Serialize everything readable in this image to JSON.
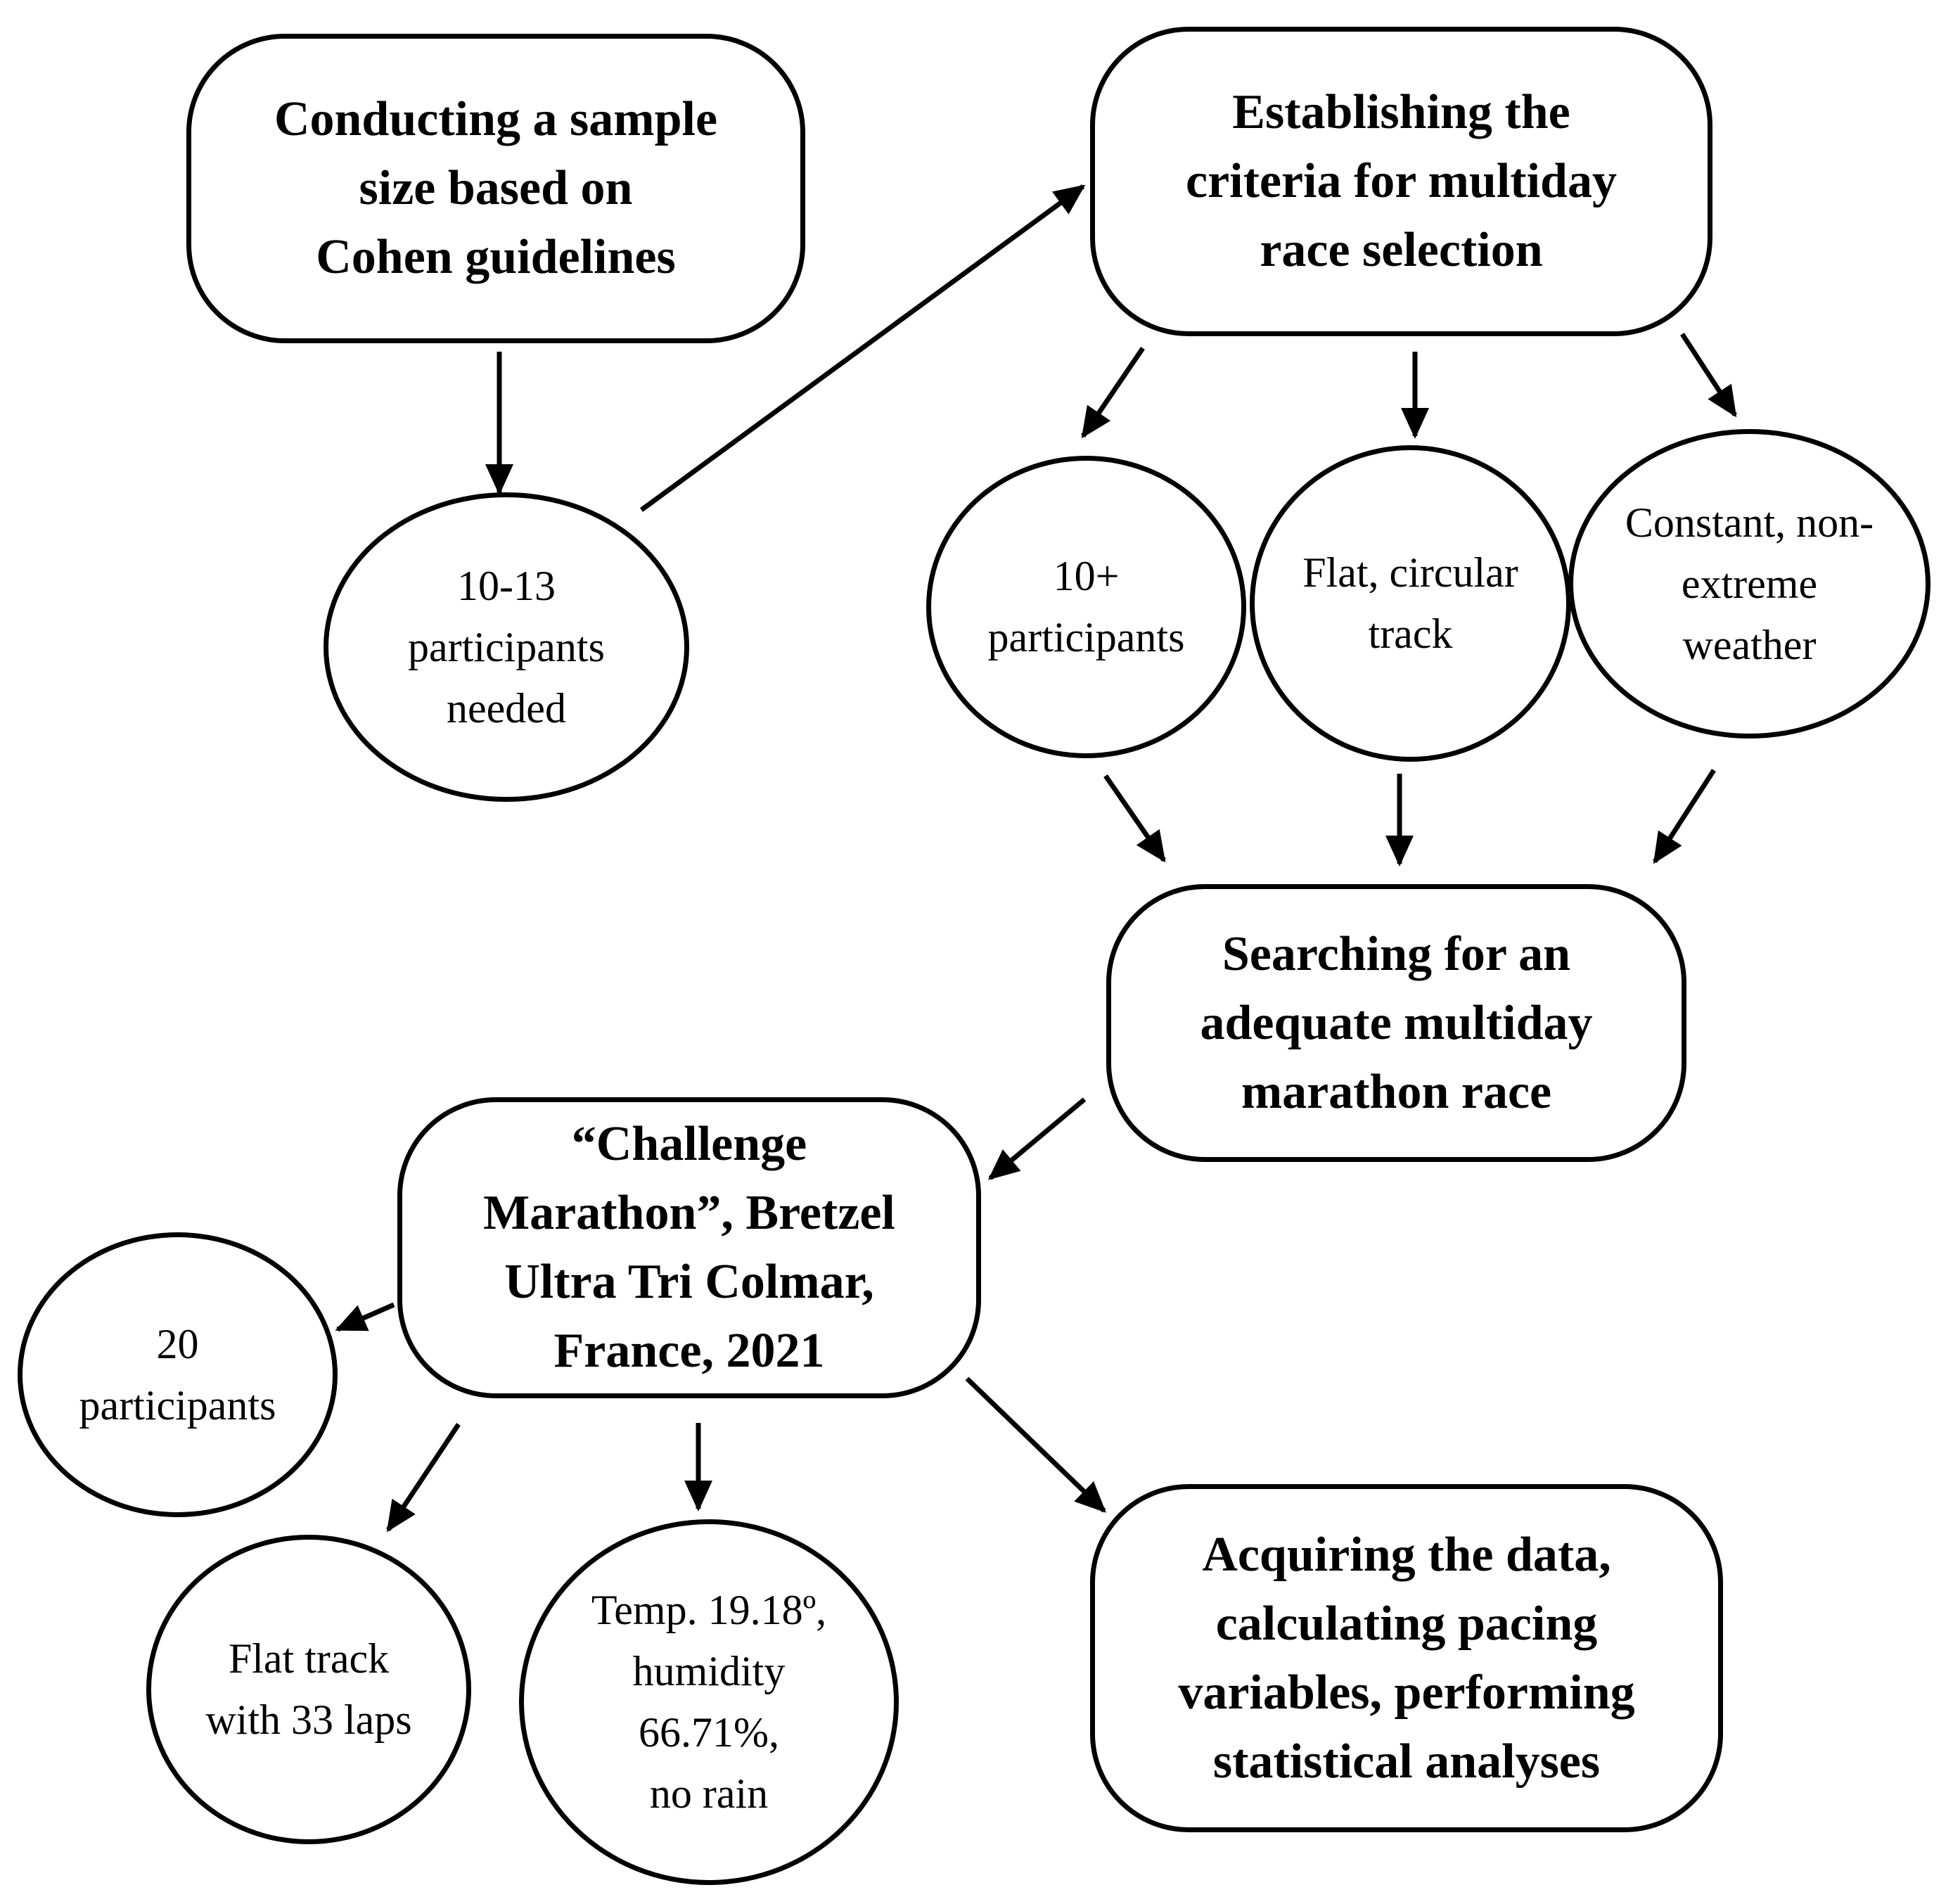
{
  "nodes": {
    "sample_size": "Conducting a sample\nsize based on\nCohen guidelines",
    "participants_needed": "10-13\nparticipants\nneeded",
    "criteria": "Establishing the\ncriteria for multiday\nrace selection",
    "crit_participants": "10+\nparticipants",
    "crit_track": "Flat, circular\ntrack",
    "crit_weather": "Constant, non-\nextreme\nweather",
    "searching": "Searching for an\nadequate multiday\nmarathon race",
    "challenge": "“Challenge\nMarathon”, Bretzel\nUltra Tri Colmar,\nFrance, 2021",
    "participants_20": "20\nparticipants",
    "flat_track": "Flat track\nwith 33 laps",
    "weather_actual": "Temp. 19.18º,\nhumidity\n66.71%,\nno rain",
    "acquiring": "Acquiring the data,\ncalculating pacing\nvariables, performing\nstatistical analyses"
  }
}
